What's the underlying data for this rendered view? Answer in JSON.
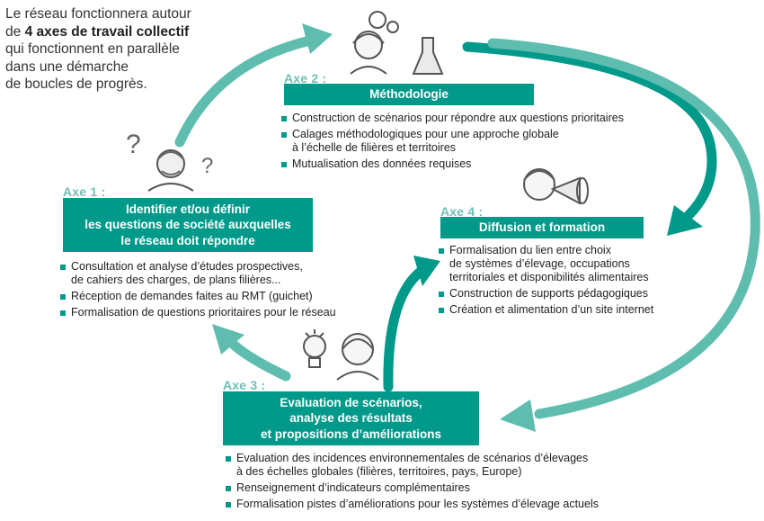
{
  "intro": {
    "line1": "Le réseau fonctionnera autour",
    "line2_pre": "de ",
    "line2_bold": "4 axes de travail collectif",
    "line3": "qui fonctionnent en parallèle",
    "line4": "dans une démarche",
    "line5": "de boucles de progrès."
  },
  "axes": [
    {
      "label": "Axe 1 :",
      "title_lines": [
        "Identifier et/ou définir",
        "les questions de société auxquelles",
        "le réseau doit répondre"
      ],
      "bullets": [
        [
          "Consultation et analyse d’études prospectives,",
          "de cahiers des charges, de plans filières..."
        ],
        [
          "Réception de demandes faites au RMT (guichet)"
        ],
        [
          "Formalisation de questions prioritaires pour le réseau"
        ]
      ]
    },
    {
      "label": "Axe 2 :",
      "title_lines": [
        "Méthodologie"
      ],
      "bullets": [
        [
          "Construction de scénarios pour répondre aux questions prioritaires"
        ],
        [
          "Calages méthodologiques pour une approche globale",
          "à l’échelle de filières et territoires"
        ],
        [
          "Mutualisation des données requises"
        ]
      ]
    },
    {
      "label": "Axe 3 :",
      "title_lines": [
        "Evaluation de scénarios,",
        "analyse des résultats",
        "et propositions d’améliorations"
      ],
      "bullets": [
        [
          "Evaluation des incidences environnementales de scénarios d’élevages",
          "à des échelles globales (filières, territoires, pays, Europe)"
        ],
        [
          "Renseignement d’indicateurs complémentaires"
        ],
        [
          "Formalisation pistes d’améliorations pour les systèmes d’élevage actuels"
        ]
      ]
    },
    {
      "label": "Axe 4 :",
      "title_lines": [
        "Diffusion et formation"
      ],
      "bullets": [
        [
          "Formalisation du lien entre choix",
          "de systèmes d’élevage, occupations",
          "territoriales et disponibilités alimentaires"
        ],
        [
          "Construction de supports pédagogiques"
        ],
        [
          "Création et alimentation d’un site internet"
        ]
      ]
    }
  ],
  "icons": [
    "question-person-icon",
    "scientist-icon",
    "megaphone-person-icon",
    "idea-person-icon"
  ],
  "colors": {
    "teal_dark": "#00998a",
    "teal_arrow": "#5fbdb0",
    "label": "#6cc1b4"
  }
}
